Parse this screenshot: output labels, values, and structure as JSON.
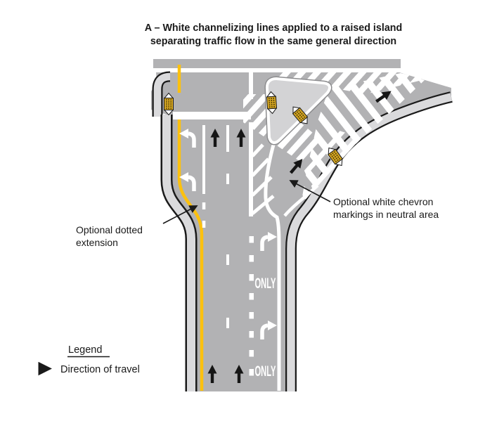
{
  "title": {
    "line1": "A – White channelizing lines applied to a raised island",
    "line2": "separating traffic flow in the same general direction"
  },
  "annotations": {
    "dotted_extension": {
      "line1": "Optional dotted",
      "line2": "extension"
    },
    "chevron": {
      "line1": "Optional white chevron",
      "line2": "markings in neutral area"
    }
  },
  "markings": {
    "only_label": "ONLY"
  },
  "legend": {
    "title": "Legend",
    "items": [
      {
        "icon": "right-arrow",
        "label": "Direction of travel"
      }
    ]
  },
  "colors": {
    "pavement": "#b2b2b4",
    "curb": "#dadadc",
    "island": "#d3d3d5",
    "yellow_line": "#fcc10e",
    "marker_gold": "#d4a522",
    "marking_white": "#ffffff",
    "text": "#1a1a1a"
  }
}
